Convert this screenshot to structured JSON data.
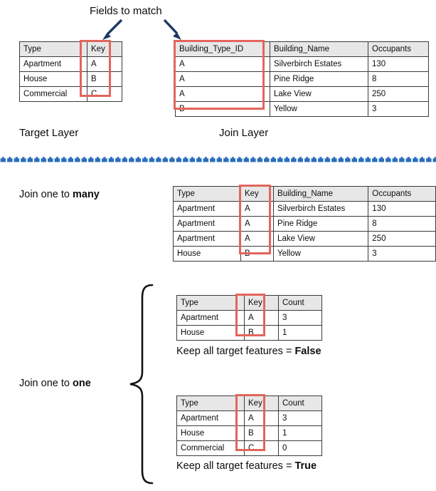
{
  "diagram": {
    "title": "Fields to match",
    "target_layer_label": "Target Layer",
    "join_layer_label": "Join Layer",
    "join_one_to_many_label_plain": "Join one to ",
    "join_one_to_many_label_bold": "many",
    "join_one_to_one_label_plain": "Join one to ",
    "join_one_to_one_label_bold": "one",
    "keep_false_plain": "Keep all target features = ",
    "keep_false_bold": "False",
    "keep_true_plain": "Keep all target features = ",
    "keep_true_bold": "True"
  },
  "colors": {
    "highlight_red": "#e2655c",
    "arrow_navy": "#1f3864",
    "divider_blue": "#2a6ebb",
    "header_gray": "#e7e7e7",
    "border_gray": "#3b3b3b",
    "text": "#0d0d0d"
  },
  "icons": {
    "arrow_left": "arrow-down-right-icon",
    "arrow_right": "arrow-down-right-icon",
    "brace": "curly-brace-icon",
    "divider": "decorative-divider-icon"
  },
  "target_table": {
    "headers": [
      "Type",
      "Key"
    ],
    "rows": [
      [
        "Apartment",
        "A"
      ],
      [
        "House",
        "B"
      ],
      [
        "Commercial",
        "C"
      ]
    ]
  },
  "join_table": {
    "headers": [
      "Building_Type_ID",
      "Building_Name",
      "Occupants"
    ],
    "rows": [
      [
        "A",
        "Silverbirch Estates",
        "130"
      ],
      [
        "A",
        "Pine Ridge",
        "8"
      ],
      [
        "A",
        "Lake View",
        "250"
      ],
      [
        "B",
        "Yellow",
        "3"
      ]
    ]
  },
  "one_to_many_table": {
    "headers": [
      "Type",
      "Key",
      "Building_Name",
      "Occupants"
    ],
    "rows": [
      [
        "Apartment",
        "A",
        "Silverbirch Estates",
        "130"
      ],
      [
        "Apartment",
        "A",
        "Pine Ridge",
        "8"
      ],
      [
        "Apartment",
        "A",
        "Lake View",
        "250"
      ],
      [
        "House",
        "B",
        "Yellow",
        "3"
      ]
    ]
  },
  "one_to_one_false_table": {
    "headers": [
      "Type",
      "Key",
      "Count"
    ],
    "rows": [
      [
        "Apartment",
        "A",
        "3"
      ],
      [
        "House",
        "B",
        "1"
      ]
    ]
  },
  "one_to_one_true_table": {
    "headers": [
      "Type",
      "Key",
      "Count"
    ],
    "rows": [
      [
        "Apartment",
        "A",
        "3"
      ],
      [
        "House",
        "B",
        "1"
      ],
      [
        "Commercial",
        "C",
        "0"
      ]
    ]
  }
}
